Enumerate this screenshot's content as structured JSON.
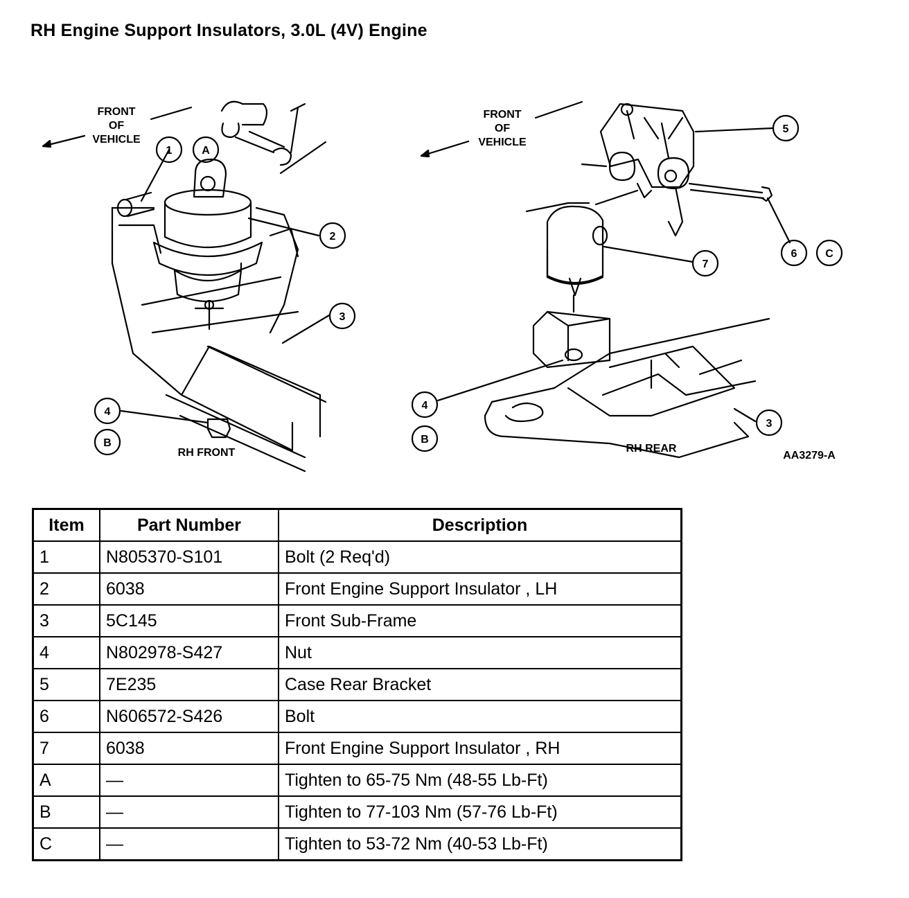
{
  "title": "RH Engine Support Insulators, 3.0L (4V) Engine",
  "figure": {
    "left": {
      "direction_lines": [
        "FRONT",
        "OF",
        "VEHICLE"
      ],
      "caption": "RH FRONT",
      "callouts": [
        "1",
        "A",
        "2",
        "3",
        "4",
        "B"
      ]
    },
    "right": {
      "direction_lines": [
        "FRONT",
        "OF",
        "VEHICLE"
      ],
      "caption": "RH REAR",
      "callouts": [
        "5",
        "7",
        "6",
        "C",
        "4",
        "B",
        "3"
      ]
    },
    "code": "AA3279-A"
  },
  "table": {
    "headers": [
      "Item",
      "Part Number",
      "Description"
    ],
    "rows": [
      {
        "item": "1",
        "part": "N805370-S101",
        "desc": "Bolt (2 Req'd)"
      },
      {
        "item": "2",
        "part": "6038",
        "desc": "Front Engine Support Insulator , LH"
      },
      {
        "item": "3",
        "part": "5C145",
        "desc": "Front Sub-Frame"
      },
      {
        "item": "4",
        "part": "N802978-S427",
        "desc": "Nut"
      },
      {
        "item": "5",
        "part": "7E235",
        "desc": "Case Rear Bracket"
      },
      {
        "item": "6",
        "part": "N606572-S426",
        "desc": "Bolt"
      },
      {
        "item": "7",
        "part": "6038",
        "desc": "Front Engine Support Insulator , RH"
      },
      {
        "item": "A",
        "part": "—",
        "desc": "Tighten to 65-75 Nm (48-55 Lb-Ft)"
      },
      {
        "item": "B",
        "part": "—",
        "desc": "Tighten to 77-103 Nm (57-76 Lb-Ft)"
      },
      {
        "item": "C",
        "part": "—",
        "desc": "Tighten to 53-72 Nm (40-53 Lb-Ft)"
      }
    ]
  }
}
